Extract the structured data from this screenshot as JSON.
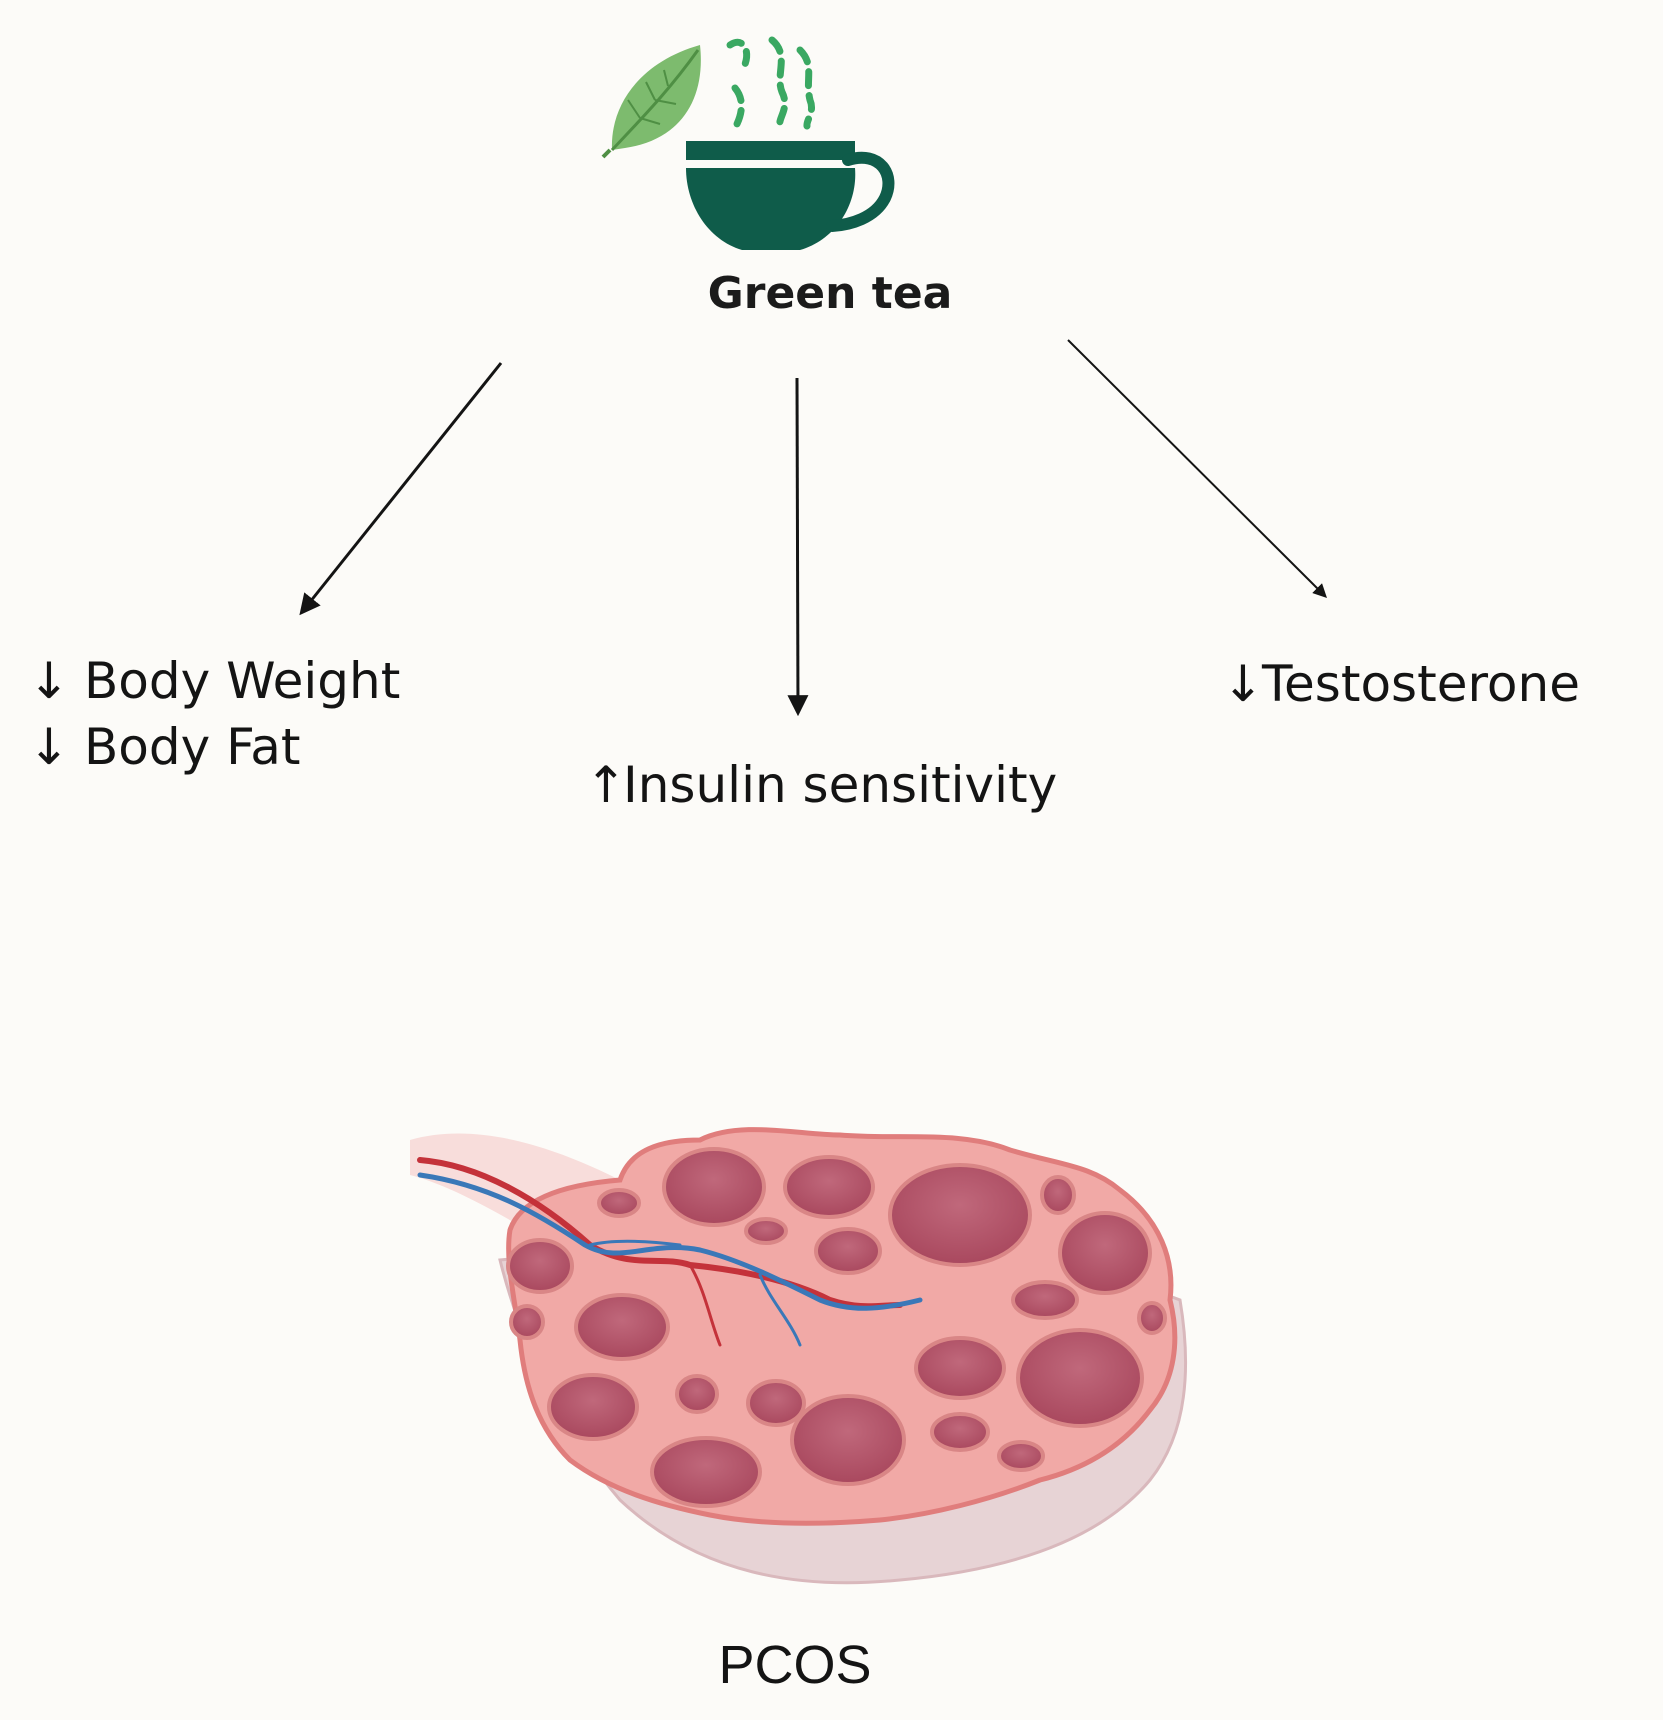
{
  "source": {
    "label": "Green tea",
    "colors": {
      "cup": "#0f5c4a",
      "steam": "#3aa862",
      "leaf": "#7dbb6e"
    }
  },
  "effects": [
    {
      "arrow": "↓",
      "text": "Body Weight"
    },
    {
      "arrow": "↓",
      "text": "Body Fat"
    },
    {
      "arrow": "↑",
      "text": "Insulin sensitivity"
    },
    {
      "arrow": "↓",
      "text": "Testosterone"
    }
  ],
  "target": {
    "label": "PCOS",
    "colors": {
      "tissue": "#f1a9a6",
      "follicle": "#b4546a",
      "capsule": "#e7d3d5",
      "artery": "#c4323a",
      "vein": "#3a78b8"
    }
  }
}
